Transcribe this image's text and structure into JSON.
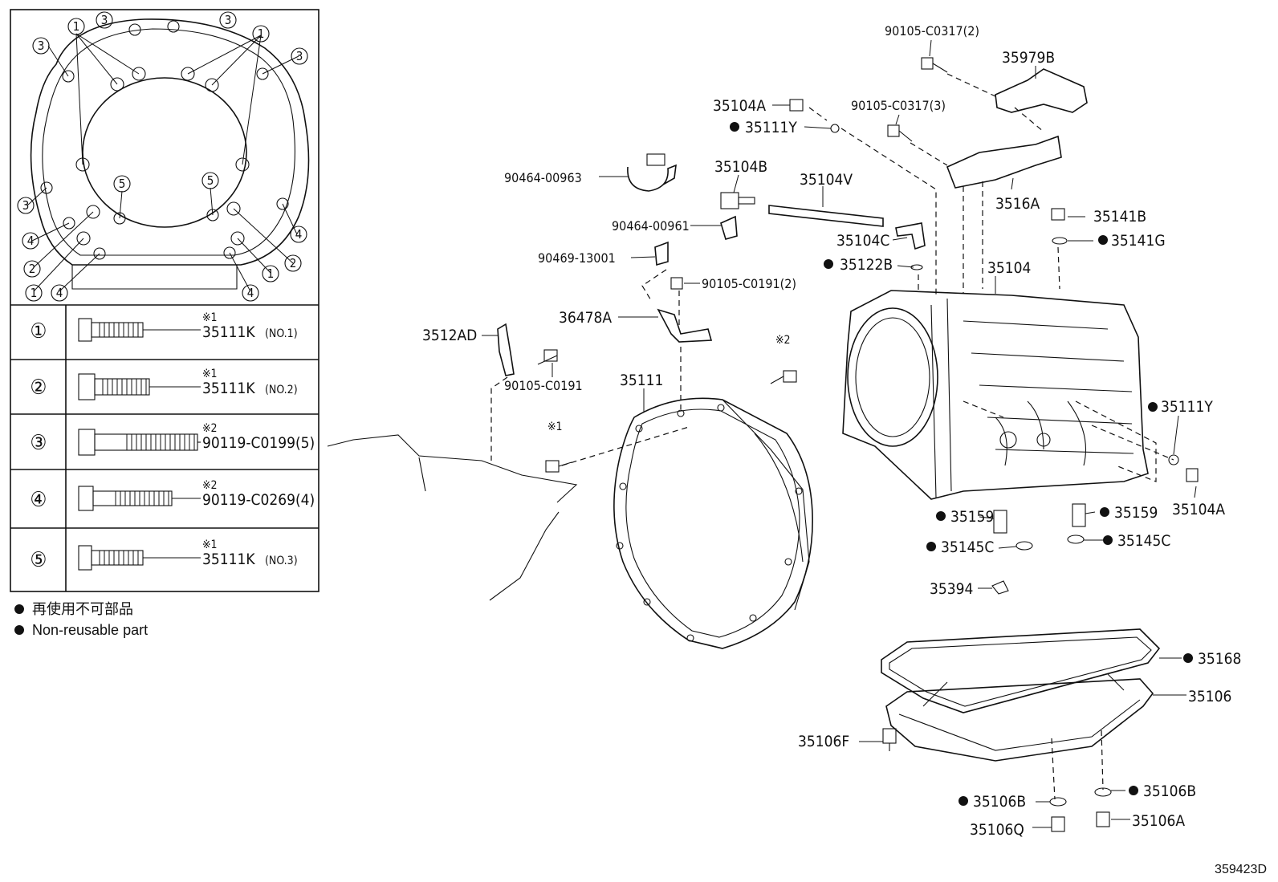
{
  "figure_id": "359423D",
  "legend": {
    "jp": "再使用不可部品",
    "en": "Non-reusable part"
  },
  "bolt_table": [
    {
      "index": "①",
      "note": "※1",
      "part": "35111K",
      "suffix": "(NO.1)"
    },
    {
      "index": "②",
      "note": "※1",
      "part": "35111K",
      "suffix": "(NO.2)"
    },
    {
      "index": "③",
      "note": "※2",
      "part": "90119-C0199(5)",
      "suffix": ""
    },
    {
      "index": "④",
      "note": "※2",
      "part": "90119-C0269(4)",
      "suffix": ""
    },
    {
      "index": "⑤",
      "note": "※1",
      "part": "35111K",
      "suffix": "(NO.3)"
    }
  ],
  "inset_callouts": [
    "1",
    "2",
    "3",
    "4",
    "5"
  ],
  "notes": {
    "n1": "※1",
    "n2": "※2"
  },
  "parts": {
    "p90105_c0317_2": "90105-C0317(2)",
    "p35979b": "35979B",
    "p35104a_top": "35104A",
    "p90105_c0317_3": "90105-C0317(3)",
    "p35111y_top": "35111Y",
    "p90464_00963": "90464-00963",
    "p35104b": "35104B",
    "p35104v": "35104V",
    "p3516a": "3516A",
    "p35141b": "35141B",
    "p90464_00961": "90464-00961",
    "p35104c": "35104C",
    "p35141g": "35141G",
    "p90469_13001": "90469-13001",
    "p35122b": "35122B",
    "p35104": "35104",
    "p90105_c0191_2": "90105-C0191(2)",
    "p36478a": "36478A",
    "p3512ad": "3512AD",
    "p90105_c0191": "90105-C0191",
    "p35111": "35111",
    "p35111y_right": "35111Y",
    "p35104a_right": "35104A",
    "p35159_left": "35159",
    "p35159_right": "35159",
    "p35145c_left": "35145C",
    "p35145c_right": "35145C",
    "p35394": "35394",
    "p35168": "35168",
    "p35106": "35106",
    "p35106f": "35106F",
    "p35106b_right": "35106B",
    "p35106b_left": "35106B",
    "p35106q": "35106Q",
    "p35106a": "35106A"
  }
}
